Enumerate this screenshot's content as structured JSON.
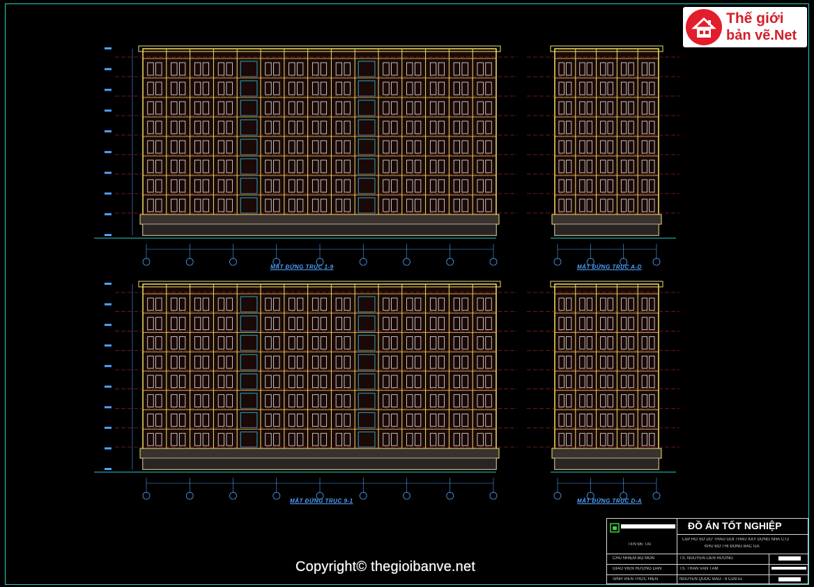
{
  "watermark": {
    "logo_line1": "Thế giới",
    "logo_line2": "bản vẽ.Net",
    "copyright": "Copyright© thegioibanve.net",
    "logo_icon": "house-icon"
  },
  "drawing": {
    "elevation_labels": [
      "MẶT ĐỨNG TRỤC 1-9",
      "MẶT ĐỨNG TRỤC A-D",
      "MẶT ĐỨNG TRỤC 9-1",
      "MẶT ĐỨNG TRỤC D-A"
    ],
    "colors": {
      "frame": "#2ad0c6",
      "outline": "#f3e36a",
      "gridline": "#e03030",
      "glazing": "#2a8ea8",
      "dimension": "#4da3ff"
    }
  },
  "title_block": {
    "project": "ĐỒ ÁN TỐT NGHIỆP",
    "topic_label": "TÊN ĐỀ TÀI",
    "topic_line1": "LẬP HỒ SƠ DỰ THẦU GÓI THẦU XÂY DỰNG NHÀ CT2",
    "topic_line2": "KHU ĐÔ THỊ ĐÔNG BẮC GA",
    "rows": [
      {
        "role": "CHỦ NHIỆM BỘ MÔN",
        "name": "TS. NGUYỄN LIÊN HƯƠNG"
      },
      {
        "role": "GIÁO VIÊN HƯỚNG DẪN",
        "name": "TS. TRẦN VĂN TÂM"
      },
      {
        "role": "SINH VIÊN THỰC HIỆN",
        "name": "NGUYỄN QUỐC BẢO - 8 CD9.51"
      }
    ]
  }
}
